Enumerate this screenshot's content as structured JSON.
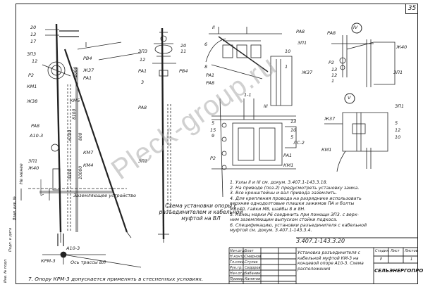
{
  "page_number": "35",
  "stamp": [
    "Инв. № подл.",
    "Подп. и дата",
    "Взам. инв. №"
  ],
  "left_view": {
    "labels": [
      "20",
      "13",
      "17",
      "ЗП3",
      "12",
      "PB4",
      "Ж37",
      "PA1",
      "P2",
      "КМ1",
      "Ж38",
      "КМ5",
      "PA8",
      "A10-3",
      "ЗП1",
      "Ж40",
      "КМ7",
      "КМ4",
      "Не менее",
      "Заземляющее устройство"
    ],
    "dims": [
      "6700",
      "8100",
      "9100",
      "10000",
      "800",
      "1000"
    ]
  },
  "center_view": {
    "labels": [
      "20",
      "11",
      "ЗП3",
      "12",
      "PA1",
      "PB4",
      "3",
      "PA8",
      "ЗП1"
    ]
  },
  "view_2": {
    "labels": [
      "II",
      "6",
      "PA1",
      "PA8",
      "ЗП1",
      "PA8",
      "10",
      "Ж37",
      "8",
      "1"
    ]
  },
  "view_3": {
    "labels": [
      "III",
      "1-1",
      "5",
      "15",
      "9",
      "P2",
      "13",
      "10",
      "5",
      "ЛС-2",
      "PA1",
      "КМ1"
    ]
  },
  "view_4": {
    "labels": [
      "IV",
      "PA8",
      "Ж40",
      "P2",
      "13",
      "12",
      "ЗП1",
      "1"
    ]
  },
  "view_5": {
    "labels": [
      "V",
      "ЗП1",
      "Ж37",
      "5",
      "12",
      "10",
      "КМ1"
    ]
  },
  "caption": "Схема установки опоры с разъединителем и кабельной муфтой на ВЛ",
  "bottom_detail": {
    "labels": [
      "А10-3",
      "КРМ-3",
      "Ось трассы ВЛ"
    ]
  },
  "notes": [
    "1. Узлы II и III см. докум. 3.407.1-143.3.18.",
    "2. На приводе (поз.2) предусмотреть установку замка.",
    "3. Все кронштейны и вал привода заземлить.",
    "4. Для крепления провода на разряднике использовать",
    "   верхние однодолтовые плашки зажимов ПА и болты",
    "   М6х40, гайки М8, шайбы 8 и 8Н.",
    "5. Конец марки Р6 соединить при помощи ЗП3. с верх-",
    "   ним заземляющим выпуском стойки подкоса.",
    "6. Спецификацию, установки разъединителя с кабельной",
    "   муфтой см. докум. 3.407.1-143.3.4."
  ],
  "note7": "7. Опору КРМ-3 допускается применять в стесненных условиях.",
  "doc_code": "3.407.1-143.3.20",
  "title_block": {
    "roles": [
      "Нач.отд.",
      "Н.контр.",
      "Гл.спец.",
      "Рук.гр.",
      "Нач.отд.",
      "Провер."
    ],
    "names": [
      "Блат",
      "Смирнов",
      "Ступак",
      "Сидоров",
      "Бабанин",
      "Капитов"
    ],
    "title": "Установка разъединителя с кабельной муфтой КМ-3 на концевой опоре А10-3. Схема расположения",
    "stage_hdr": [
      "Стадия",
      "Лист",
      "Листов"
    ],
    "stage_vals": [
      "Р",
      "",
      "1"
    ],
    "org": "СЕЛЬЭНЕРГОПРОЕКТ"
  },
  "watermark": "Pleck-group.ru"
}
